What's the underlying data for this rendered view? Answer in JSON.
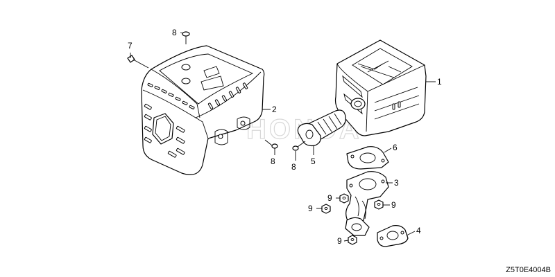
{
  "watermark": "HONDA",
  "diagram_code": "Z5T0E4004B",
  "callouts": {
    "muffler": "1",
    "muffler_protector": "2",
    "exhaust_pipe": "3",
    "gasket_lower": "4",
    "spark_arrester": "5",
    "gasket_upper": "6",
    "bolt_7": "7",
    "screw_8_top": "8",
    "screw_8_mid": "8",
    "screw_8_left": "8",
    "nut_9_a": "9",
    "nut_9_b": "9",
    "nut_9_c": "9",
    "nut_9_d": "9"
  }
}
